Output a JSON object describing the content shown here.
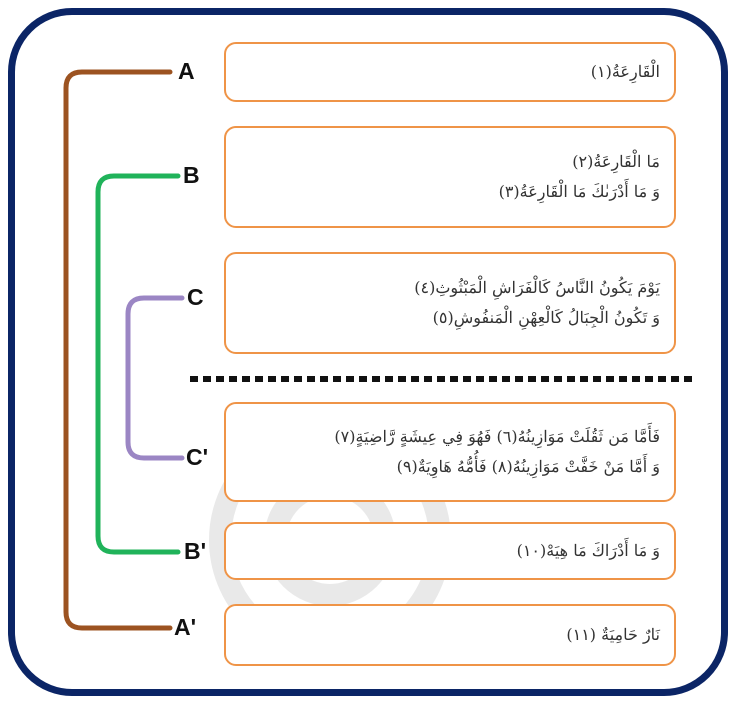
{
  "levels": [
    {
      "label": "A",
      "lines": [
        "الْقَارِعَةُ(١)"
      ]
    },
    {
      "label": "B",
      "lines": [
        "مَا الْقَارِعَةُ(٢)",
        "وَ مَا أَدْرَىٰكَ مَا الْقَارِعَةُ(٣)"
      ]
    },
    {
      "label": "C",
      "lines": [
        "يَوْمَ يَكُونُ النَّاسُ كَالْفَرَاشِ الْمَبْثُوثِ(٤)",
        "وَ تَكُونُ الْجِبَالُ كَالْعِهْنِ الْمَنفُوشِ(٥)"
      ]
    },
    {
      "label": "C'",
      "lines": [
        "فَأَمَّا مَن ثَقُلَتْ مَوَازِينُهُ(٦) فَهُوَ فِي عِيشَةٍ رَّاضِيَةٍ(٧)",
        "وَ أَمَّا مَنْ خَفَّتْ مَوَازِينُهُ(٨) فَأُمُّهُ هَاوِيَةٌ(٩)"
      ]
    },
    {
      "label": "B'",
      "lines": [
        "وَ مَا أَدْرَاكَ مَا هِيَهْ(١٠)"
      ]
    },
    {
      "label": "A'",
      "lines": [
        "نَارٌ حَامِيَةٌ (١١)"
      ]
    }
  ],
  "colors": {
    "frame": "#0b2566",
    "box_border": "#ef9447",
    "bracket_A": "#9c5321",
    "bracket_B": "#20b35a",
    "bracket_C": "#9b86c4",
    "divider": "#111111"
  }
}
